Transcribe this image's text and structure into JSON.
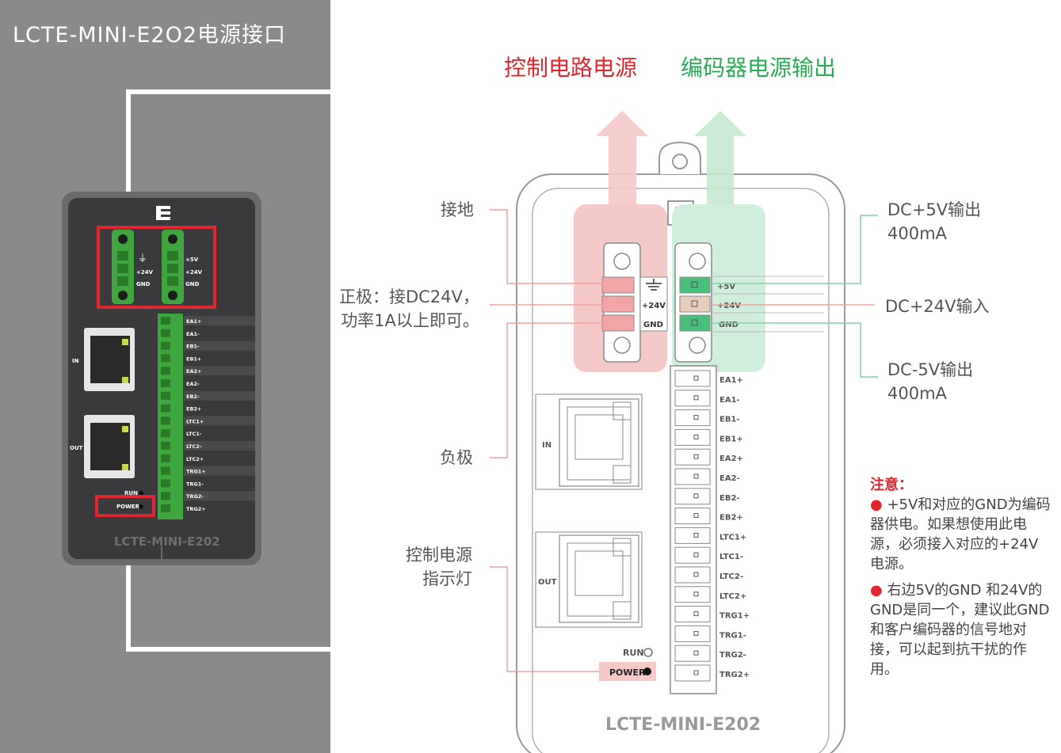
{
  "left": {
    "title": "LCTE-MINI-E2O2电源接口",
    "device_name": "LCTE-MINI-E202",
    "port_in": "IN",
    "port_out": "OUT",
    "run": "RUN",
    "power": "POWER",
    "ground_symbol": "⏚",
    "left_connector_labels": [
      "+24V",
      "GND"
    ],
    "right_connector_labels": [
      "+5V",
      "+24V",
      "GND"
    ],
    "terminal_labels": [
      "EA1+",
      "EA1-",
      "EB1-",
      "EB1+",
      "EA2+",
      "EA2-",
      "EB2-",
      "EB2+",
      "LTC1+",
      "LTC1-",
      "LTC2-",
      "LTC2+",
      "TRG1+",
      "TRG1-",
      "TRG2-",
      "TRG2+"
    ]
  },
  "right": {
    "heading_red": "控制电路电源",
    "heading_green": "编码器电源输出",
    "label_ground": "接地",
    "label_positive": "正极：接DC24V，\n功率1A以上即可。",
    "label_negative": "负极",
    "label_indicator": "控制电源\n指示灯",
    "label_dc5v_plus": "DC+5V输出\n400mA",
    "label_dc24v_in": "DC+24V输入",
    "label_dc5v_minus": "DC-5V输出\n400mA",
    "conn_left_labels": [
      "+24V",
      "GND"
    ],
    "conn_right_labels": [
      "+5V",
      "+24V",
      "GND"
    ],
    "terminal_labels": [
      "EA1+",
      "EA1-",
      "EB1-",
      "EB1+",
      "EA2+",
      "EA2-",
      "EB2-",
      "EB2+",
      "LTC1+",
      "LTC1-",
      "LTC2-",
      "LTC2+",
      "TRG1+",
      "TRG1-",
      "TRG2-",
      "TRG2+"
    ],
    "port_in": "IN",
    "port_out": "OUT",
    "run": "RUN",
    "power": "POWER",
    "device_name": "LCTE-MINI-E202"
  },
  "note": {
    "title": "注意：",
    "bullet": "●",
    "item1": "+5V和对应的GND为编码器供电。如果想使用此电源，必须接入对应的+24V电源。",
    "item2": "右边5V的GND 和24V的GND是同一个，建议此GND和客户编码器的信号地对接，可以起到抗干扰的作用。"
  },
  "colors": {
    "accent_red": "#e0262e",
    "accent_green": "#2aab55",
    "panel_gray": "#8a8a8d",
    "terminal_green": "#3fa63f"
  }
}
